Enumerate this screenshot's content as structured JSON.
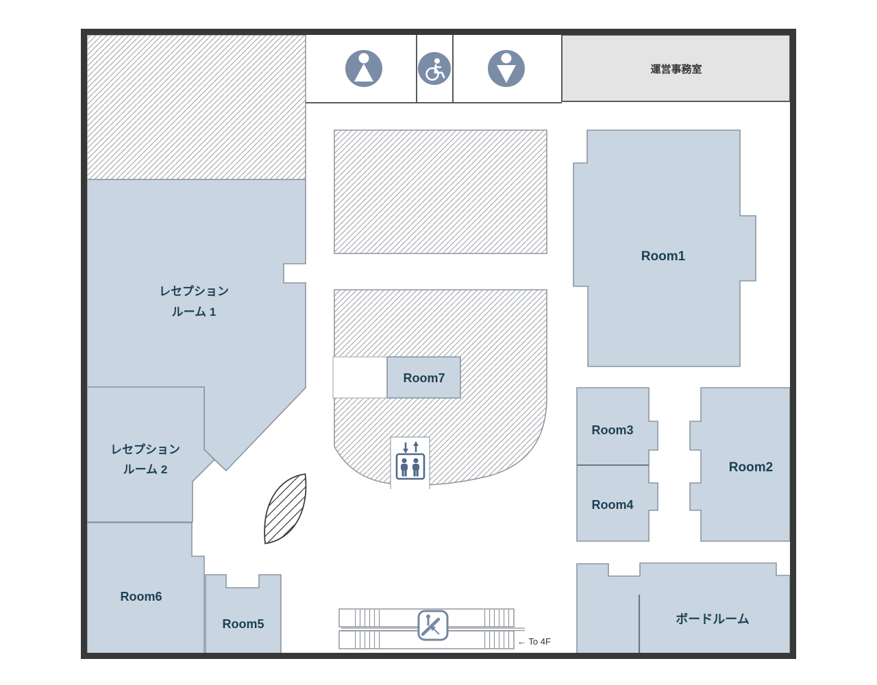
{
  "floor_plan": {
    "rooms": {
      "reception1": {
        "name": [
          "レセプション",
          "ルーム 1"
        ]
      },
      "reception2": {
        "name": [
          "レセプション",
          "ルーム 2"
        ]
      },
      "room1": {
        "name": "Room1"
      },
      "room2": {
        "name": "Room2"
      },
      "room3": {
        "name": "Room3"
      },
      "room4": {
        "name": "Room4"
      },
      "room5": {
        "name": "Room5"
      },
      "room6": {
        "name": "Room6"
      },
      "room7": {
        "name": "Room7"
      },
      "boardroom": {
        "name": "ボードルーム"
      },
      "office": {
        "name": "運営事務室"
      }
    },
    "annotations": {
      "escalator_direction": "← To 4F"
    },
    "icons": [
      "male-restroom-icon",
      "wheelchair-accessible-icon",
      "female-restroom-icon",
      "elevator-icon",
      "escalator-icon"
    ],
    "colors": {
      "room_fill": "#c9d6e1",
      "room_border": "#8b95a1",
      "label_text": "#1d4054",
      "wall": "#383838",
      "office_fill": "#e4e4e4",
      "hatch_line": "#9aa0a6",
      "restroom_icon": "#7a8ca6",
      "elevator_icon": "#52688c",
      "escalator_icon": "#7487a3"
    }
  }
}
